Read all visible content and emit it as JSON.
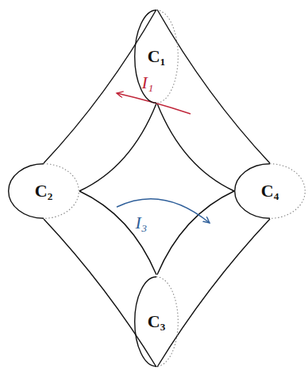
{
  "diagram": {
    "nodes": [
      {
        "text": [
          "C₁"
        ]
      },
      {
        "text": [
          "C₂"
        ]
      },
      {
        "text": [
          "C₄"
        ]
      },
      {
        "text": [
          "C₃"
        ]
      }
    ],
    "labels": [
      "I₁",
      "I₃"
    ]
  }
}
